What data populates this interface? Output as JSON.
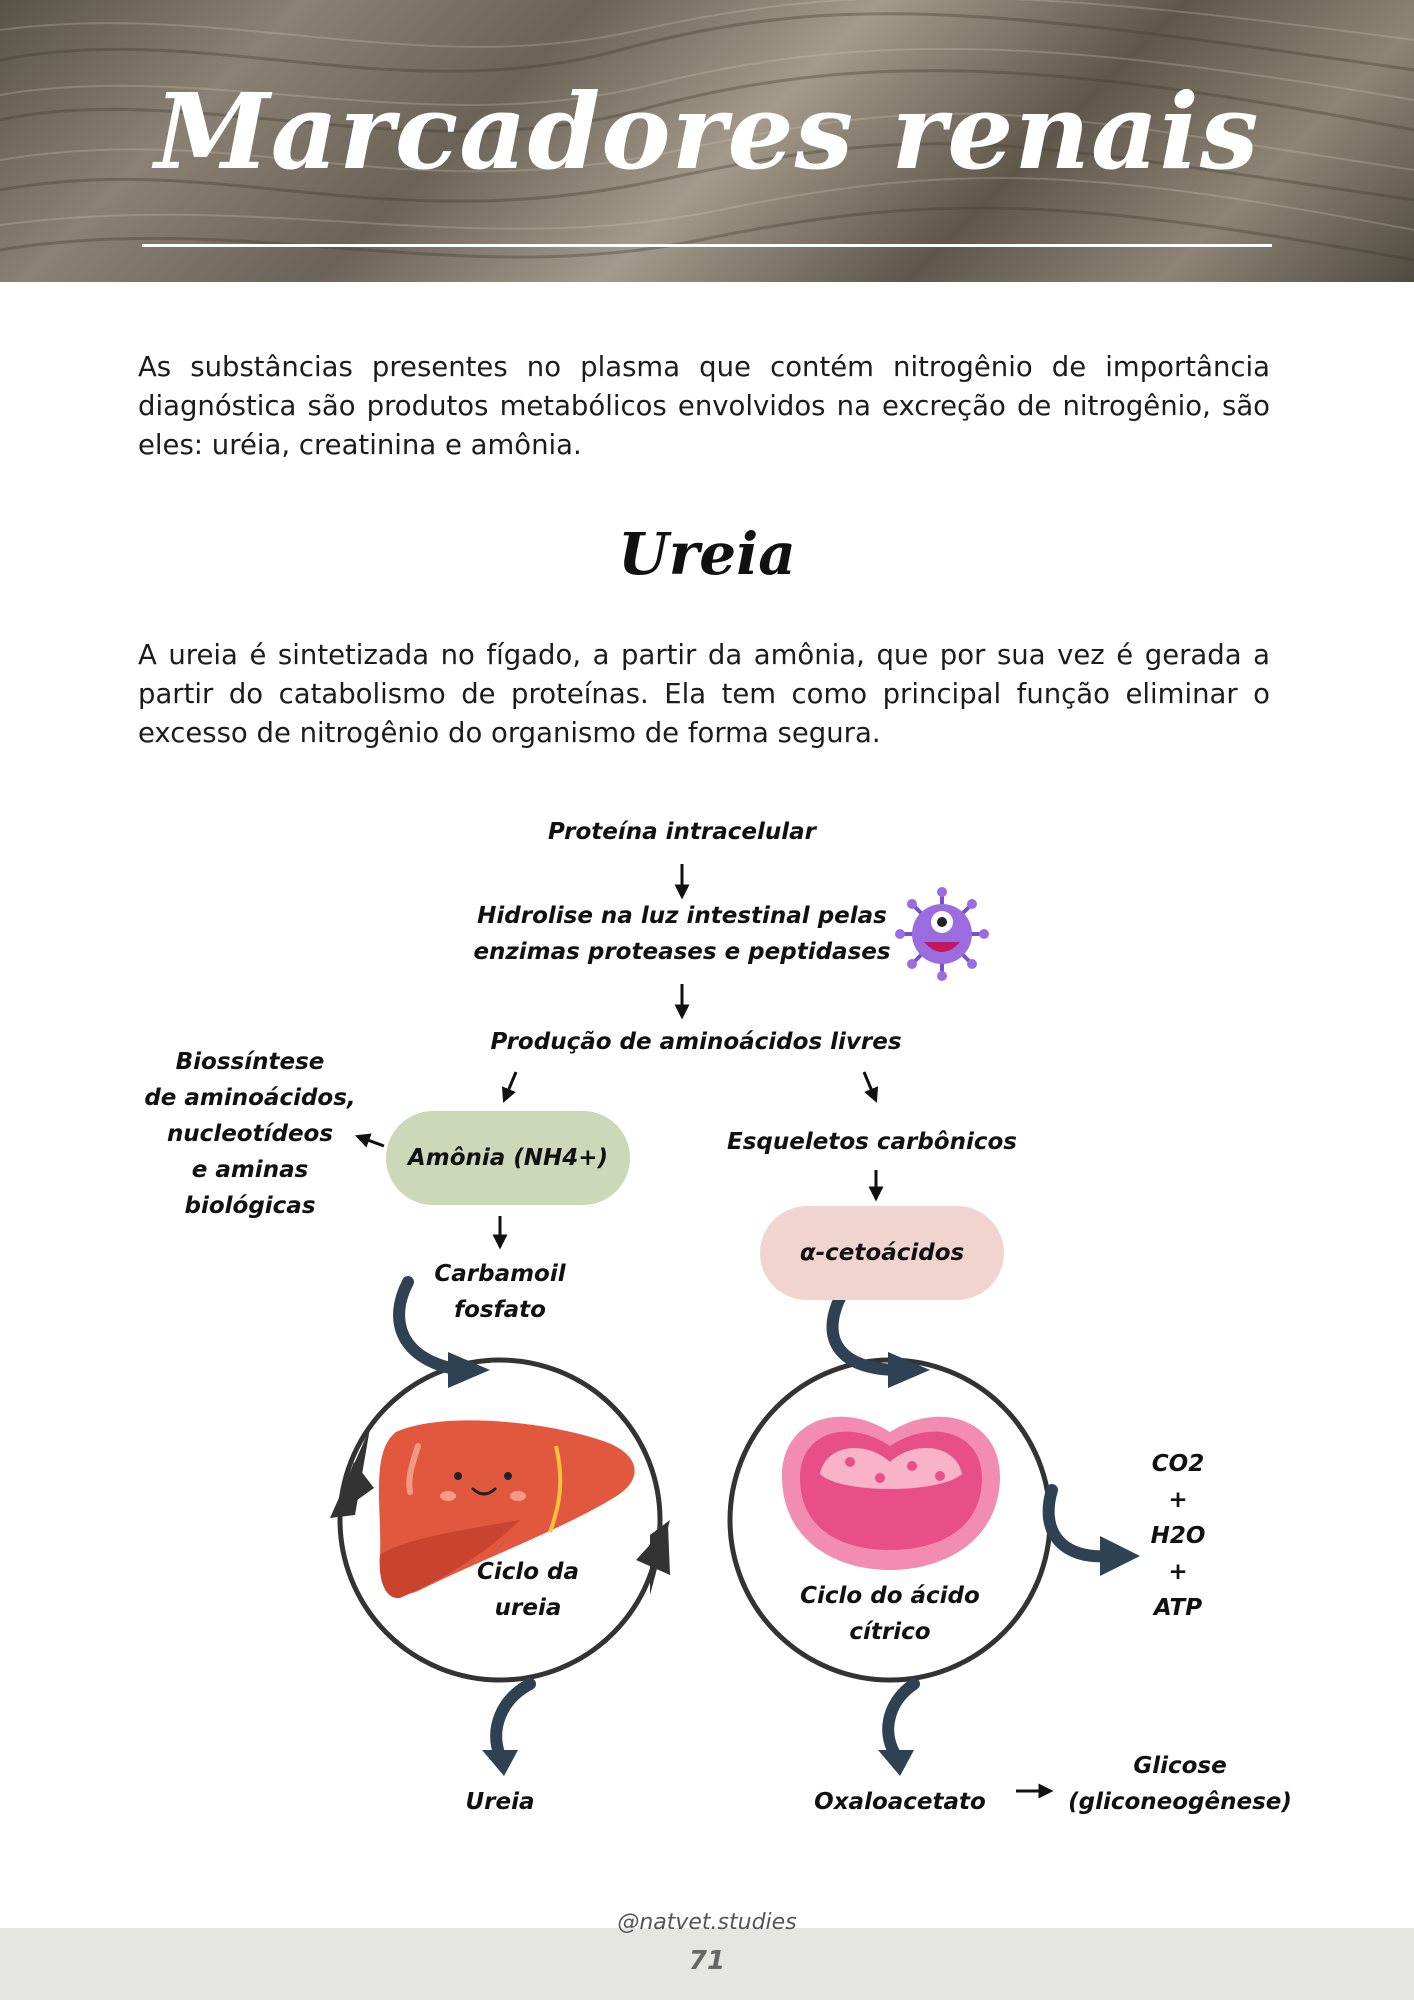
{
  "header": {
    "title": "Marcadores renais"
  },
  "intro": "As substâncias presentes no plasma que contém nitrogênio de importância diagnóstica são produtos metabólicos envolvidos na excreção de nitrogênio, são eles: uréia, creatinina e amônia.",
  "section": {
    "title": "Ureia",
    "text": "A ureia é sintetizada no fígado, a partir da amônia, que por sua vez é gerada a partir do catabolismo de proteínas. Ela tem como principal função eliminar o excesso de nitrogênio do organismo de forma segura."
  },
  "diagram": {
    "protein": "Proteína intracelular",
    "hydrolysis_1": "Hidrolise na luz intestinal pelas",
    "hydrolysis_2": "enzimas proteases e peptidases",
    "amino_acids": "Produção de aminoácidos livres",
    "biosynthesis_1": "Biossíntese",
    "biosynthesis_2": "de aminoácidos,",
    "biosynthesis_3": "nucleotídeos",
    "biosynthesis_4": "e aminas",
    "biosynthesis_5": "biológicas",
    "ammonia": "Amônia (NH4+)",
    "carbon_skeletons": "Esqueletos carbônicos",
    "keto_acids": "α-cetoácidos",
    "carbamoyl_1": "Carbamoil",
    "carbamoyl_2": "fosfato",
    "urea_cycle_1": "Ciclo da",
    "urea_cycle_2": "ureia",
    "citric_cycle_1": "Ciclo do ácido",
    "citric_cycle_2": "cítrico",
    "out_1": "CO2",
    "out_2": "+",
    "out_3": "H2O",
    "out_4": "+",
    "out_5": "ATP",
    "urea": "Ureia",
    "oxaloacetate": "Oxaloacetato",
    "glucose_1": "Glicose",
    "glucose_2": "(gliconeogênese)"
  },
  "icons": {
    "microbe": "virus-monster-icon",
    "liver": "liver-icon",
    "mitochondria": "mitochondria-icon"
  },
  "colors": {
    "dark_arrow": "#2f4254",
    "green_pill": "#cdd8b9",
    "pink_pill": "#f1d4cf"
  },
  "footer": {
    "handle": "@natvet.studies",
    "page": "71"
  }
}
